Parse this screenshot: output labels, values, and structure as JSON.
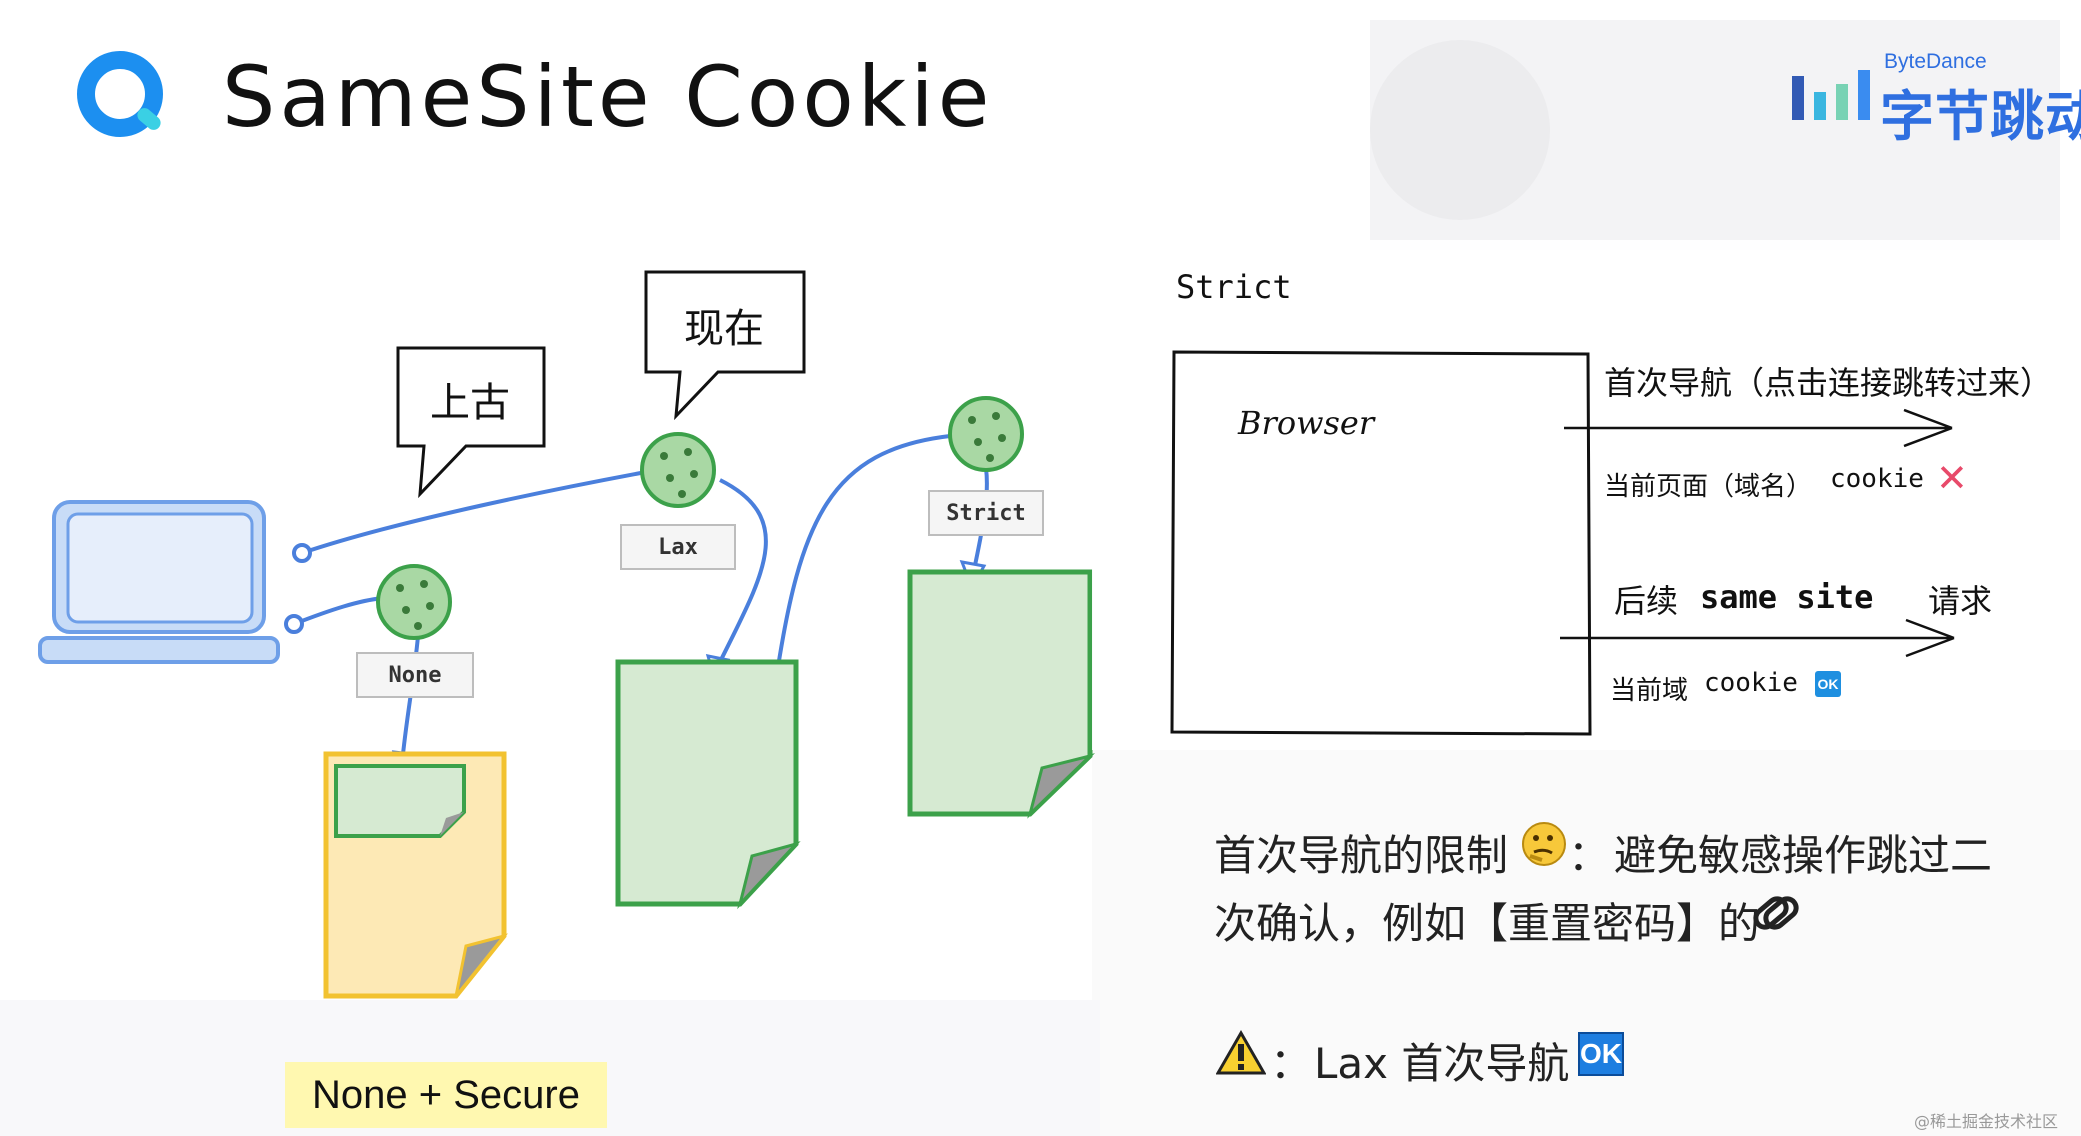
{
  "title": "SameSite Cookie",
  "brand": {
    "en": "ByteDance",
    "zh": "字节跳动"
  },
  "left_diagram": {
    "bubble_past": "上古",
    "bubble_now": "现在",
    "tag_none": "None",
    "tag_lax": "Lax",
    "tag_strict": "Strict",
    "none_secure": "None + Secure"
  },
  "right_panel": {
    "heading": "Strict",
    "browser_label": "Browser",
    "first_nav": "首次导航（点击连接跳转过来）",
    "current_page": "当前页面（域名）",
    "cookie_label_1": "cookie",
    "x_mark": "✕",
    "follow_prefix": "后续",
    "same_site": "same site",
    "request": "请求",
    "current_domain": "当前域",
    "cookie_label_2": "cookie",
    "ok_small": "OK"
  },
  "notes": {
    "line1": "首次导航的限制",
    "line1_sep": "：",
    "line1_rest": "避免敏感操作跳过二",
    "line2": "次确认，例如【重置密码】的",
    "warn_sep": "：",
    "lax_first_nav": "Lax 首次导航",
    "ok_big": "OK"
  },
  "credit": "@稀土掘金技术社区",
  "colors": {
    "line_blue": "#4a7fdc",
    "cookie_green": "#a9d8a4",
    "doc_green_fill": "#d6ead2",
    "doc_green_stroke": "#3ca14a",
    "doc_yellow_fill": "#fde9b5",
    "doc_yellow_stroke": "#f2c230",
    "laptop_fill": "#c8dcf7",
    "laptop_stroke": "#6e9fe8"
  }
}
